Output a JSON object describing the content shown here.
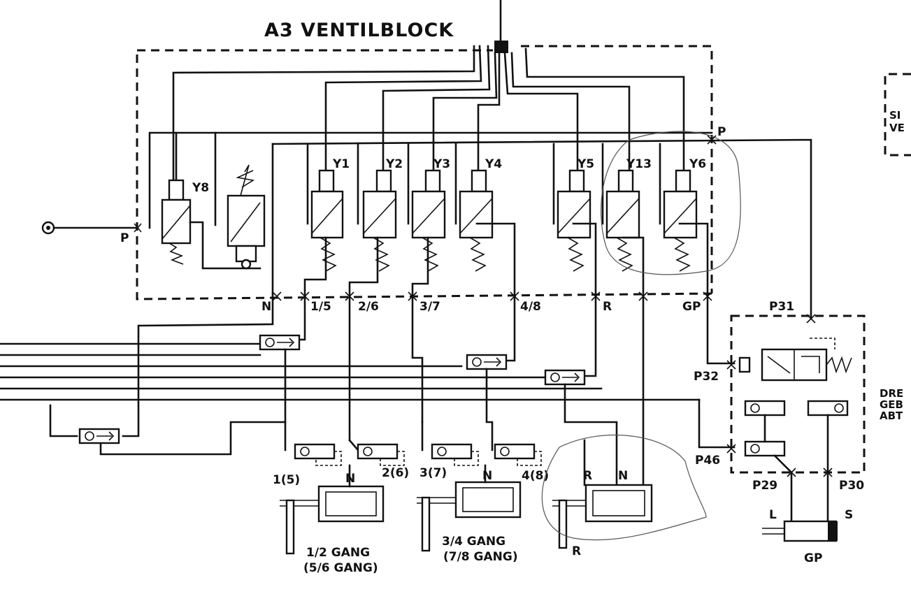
{
  "title": "A3 VENTILBLOCK",
  "valves": [
    {
      "id": "valve-y8",
      "label": "Y8"
    },
    {
      "id": "valve-y1",
      "label": "Y1"
    },
    {
      "id": "valve-y2",
      "label": "Y2"
    },
    {
      "id": "valve-y3",
      "label": "Y3"
    },
    {
      "id": "valve-y4",
      "label": "Y4"
    },
    {
      "id": "valve-y5",
      "label": "Y5"
    },
    {
      "id": "valve-y13",
      "label": "Y13"
    },
    {
      "id": "valve-y6",
      "label": "Y6"
    }
  ],
  "ports": {
    "p_left": "P",
    "p_right": "P",
    "n": "N",
    "p15": "1/5",
    "p26": "2/6",
    "p37": "3/7",
    "p48": "4/8",
    "r": "R",
    "gp": "GP"
  },
  "right_block": {
    "p31": "P31",
    "p32": "P32",
    "p46": "P46",
    "p29": "P29",
    "p30": "P30",
    "side_label_lines": [
      "DRE",
      "GEB",
      "ABT"
    ],
    "top_label_lines": [
      "SI",
      "VE"
    ]
  },
  "cylinders": {
    "c1": {
      "left": "1(5)",
      "n": "N",
      "right": "2(6)",
      "caption": [
        "1/2 GANG",
        "(5/6 GANG)"
      ]
    },
    "c2": {
      "left": "3(7)",
      "n": "N",
      "right": "4(8)",
      "caption": [
        "3/4 GANG",
        "(7/8 GANG)"
      ]
    },
    "c3": {
      "r": "R",
      "n": "N",
      "rod": "R"
    },
    "gp": {
      "l": "L",
      "s": "S",
      "caption": "GP"
    }
  }
}
